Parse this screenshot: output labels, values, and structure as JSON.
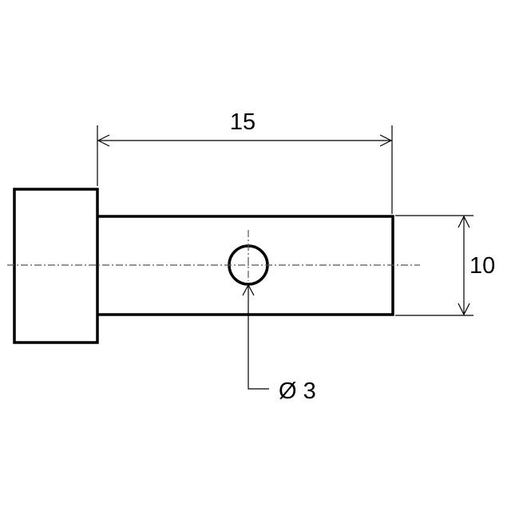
{
  "drawing": {
    "type": "mechanical part drawing (pin with head and cross hole)",
    "dimensions": {
      "length": {
        "label": "15",
        "description": "shaft length"
      },
      "diameter": {
        "label": "10",
        "description": "shaft height/diameter"
      },
      "hole": {
        "label": "Ø 3",
        "description": "cross hole diameter"
      }
    },
    "colors": {
      "line": "#000000",
      "centerline": "#555555",
      "background": "#ffffff"
    }
  }
}
